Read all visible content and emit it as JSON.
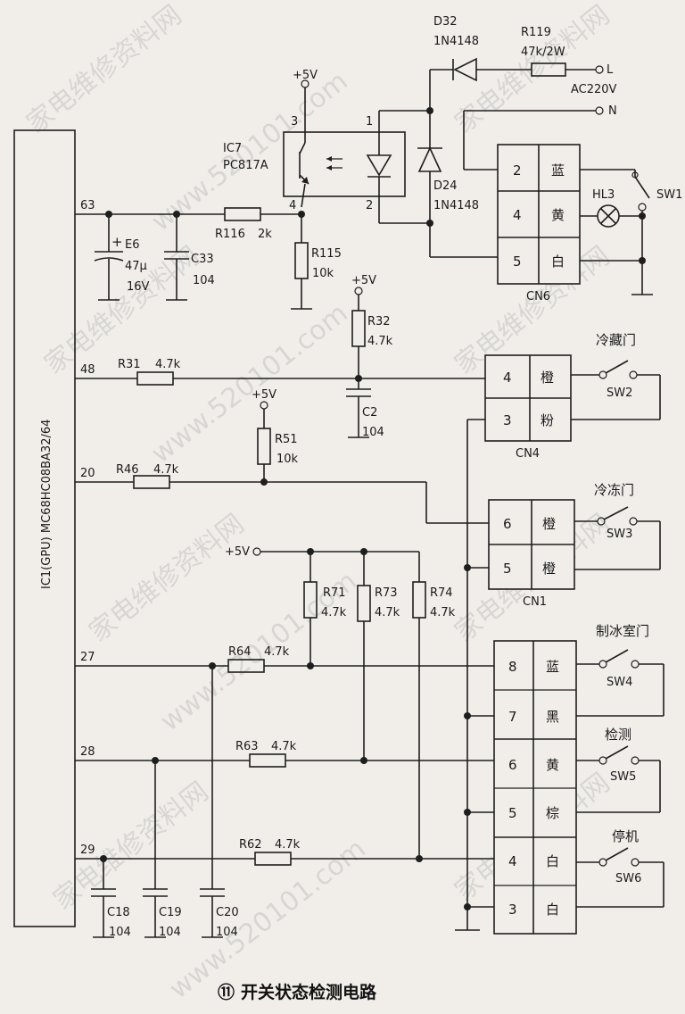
{
  "chip": {
    "label": "IC1(GPU) MC68HC08BA32/64"
  },
  "pins": {
    "p63": "63",
    "p48": "48",
    "p20": "20",
    "p27": "27",
    "p28": "28",
    "p29": "29"
  },
  "power": {
    "vcc": "+5V"
  },
  "optocoupler": {
    "name": "IC7",
    "part": "PC817A",
    "pin1": "1",
    "pin2": "2",
    "pin3": "3",
    "pin4": "4"
  },
  "diodes": {
    "d32": {
      "name": "D32",
      "part": "1N4148"
    },
    "d24": {
      "name": "D24",
      "part": "1N4148"
    }
  },
  "mains": {
    "l": "L",
    "n": "N",
    "ac": "AC220V"
  },
  "resistors": {
    "r119": {
      "name": "R119",
      "value": "47k/2W"
    },
    "r116": {
      "name": "R116",
      "value": "2k"
    },
    "r115": {
      "name": "R115",
      "value": "10k"
    },
    "r32": {
      "name": "R32",
      "value": "4.7k"
    },
    "r31": {
      "name": "R31",
      "value": "4.7k"
    },
    "r51": {
      "name": "R51",
      "value": "10k"
    },
    "r46": {
      "name": "R46",
      "value": "4.7k"
    },
    "r71": {
      "name": "R71",
      "value": "4.7k"
    },
    "r73": {
      "name": "R73",
      "value": "4.7k"
    },
    "r74": {
      "name": "R74",
      "value": "4.7k"
    },
    "r64": {
      "name": "R64",
      "value": "4.7k"
    },
    "r63": {
      "name": "R63",
      "value": "4.7k"
    },
    "r62": {
      "name": "R62",
      "value": "4.7k"
    }
  },
  "capacitors": {
    "e6": {
      "name": "E6",
      "value": "47μ",
      "voltage": "16V",
      "plus": "+"
    },
    "c33": {
      "name": "C33",
      "value": "104"
    },
    "c2": {
      "name": "C2",
      "value": "104"
    },
    "c18": {
      "name": "C18",
      "value": "104"
    },
    "c19": {
      "name": "C19",
      "value": "104"
    },
    "c20": {
      "name": "C20",
      "value": "104"
    }
  },
  "lamp": {
    "name": "HL3"
  },
  "connectors": {
    "cn6": {
      "name": "CN6",
      "rows": [
        {
          "pin": "2",
          "color": "蓝"
        },
        {
          "pin": "4",
          "color": "黄"
        },
        {
          "pin": "5",
          "color": "白"
        }
      ]
    },
    "cn4": {
      "name": "CN4",
      "rows": [
        {
          "pin": "4",
          "color": "橙"
        },
        {
          "pin": "3",
          "color": "粉"
        }
      ]
    },
    "cn1": {
      "name": "CN1",
      "rows": [
        {
          "pin": "6",
          "color": "橙"
        },
        {
          "pin": "5",
          "color": "橙"
        }
      ]
    },
    "cn_big": {
      "rows": [
        {
          "pin": "8",
          "color": "蓝"
        },
        {
          "pin": "7",
          "color": "黑"
        },
        {
          "pin": "6",
          "color": "黄"
        },
        {
          "pin": "5",
          "color": "棕"
        },
        {
          "pin": "4",
          "color": "白"
        },
        {
          "pin": "3",
          "color": "白"
        }
      ]
    }
  },
  "switches": {
    "sw1": {
      "name": "SW1"
    },
    "sw2": {
      "name": "SW2",
      "label": "冷藏门"
    },
    "sw3": {
      "name": "SW3",
      "label": "冷冻门"
    },
    "sw4": {
      "name": "SW4",
      "label": "制冰室门"
    },
    "sw5": {
      "name": "SW5",
      "label": "检测"
    },
    "sw6": {
      "name": "SW6",
      "label": "停机"
    }
  },
  "caption": {
    "number": "⑪",
    "text": "开关状态检测电路"
  },
  "watermarks": [
    "家电维修资料网",
    "www.520101.com"
  ]
}
